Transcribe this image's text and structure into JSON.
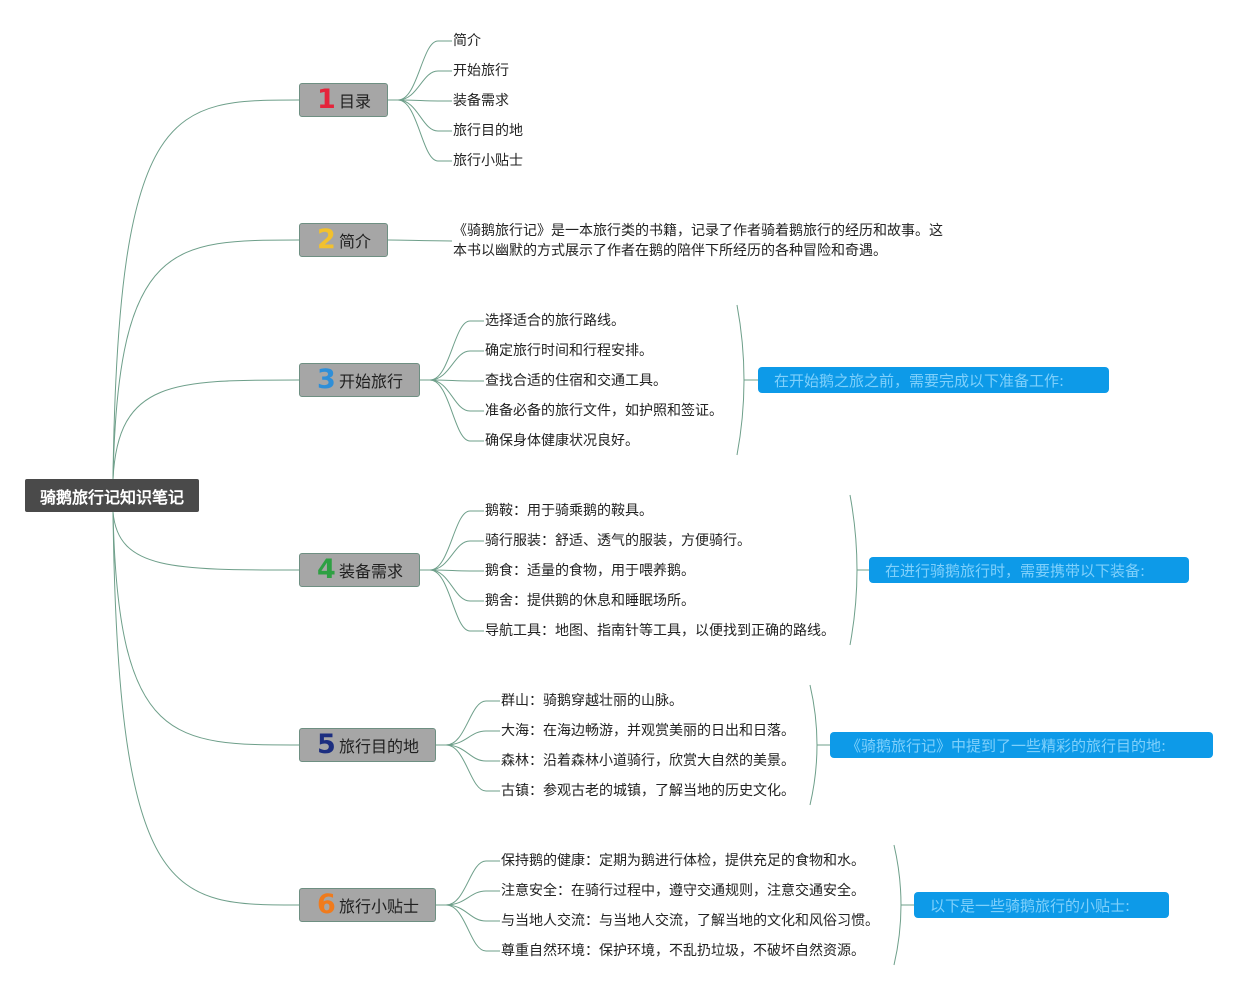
{
  "root": {
    "label": "骑鹅旅行记知识笔记"
  },
  "colors": {
    "line": "#6e9f8a",
    "num1": "#e5243b",
    "num2": "#f2c12e",
    "num3": "#2f8fd8",
    "num4": "#2ea043",
    "num5": "#1c2e80",
    "num6": "#f07b1d",
    "callout_bg": "#0d9ae8"
  },
  "sections": [
    {
      "num": "1",
      "label": "目录",
      "items": [
        "简介",
        "开始旅行",
        "装备需求",
        "旅行目的地",
        "旅行小贴士"
      ]
    },
    {
      "num": "2",
      "label": "简介",
      "paragraph": [
        "《骑鹅旅行记》是一本旅行类的书籍，记录了作者骑着鹅旅行的经历和故事。这",
        "本书以幽默的方式展示了作者在鹅的陪伴下所经历的各种冒险和奇遇。"
      ]
    },
    {
      "num": "3",
      "label": "开始旅行",
      "items": [
        "选择适合的旅行路线。",
        "确定旅行时间和行程安排。",
        "查找合适的住宿和交通工具。",
        "准备必备的旅行文件，如护照和签证。",
        "确保身体健康状况良好。"
      ],
      "summary": "在开始鹅之旅之前，需要完成以下准备工作:"
    },
    {
      "num": "4",
      "label": "装备需求",
      "items": [
        "鹅鞍：用于骑乘鹅的鞍具。",
        "骑行服装：舒适、透气的服装，方便骑行。",
        "鹅食：适量的食物，用于喂养鹅。",
        "鹅舍：提供鹅的休息和睡眠场所。",
        "导航工具：地图、指南针等工具，以便找到正确的路线。"
      ],
      "summary": "在进行骑鹅旅行时，需要携带以下装备:"
    },
    {
      "num": "5",
      "label": "旅行目的地",
      "items": [
        "群山：骑鹅穿越壮丽的山脉。",
        "大海：在海边畅游，并观赏美丽的日出和日落。",
        "森林：沿着森林小道骑行，欣赏大自然的美景。",
        "古镇：参观古老的城镇，了解当地的历史文化。"
      ],
      "summary": "《骑鹅旅行记》中提到了一些精彩的旅行目的地:"
    },
    {
      "num": "6",
      "label": "旅行小贴士",
      "items": [
        "保持鹅的健康：定期为鹅进行体检，提供充足的食物和水。",
        "注意安全：在骑行过程中，遵守交通规则，注意交通安全。",
        "与当地人交流：与当地人交流，了解当地的文化和风俗习惯。",
        "尊重自然环境：保护环境，不乱扔垃圾，不破坏自然资源。"
      ],
      "summary": "以下是一些骑鹅旅行的小贴士:"
    }
  ]
}
